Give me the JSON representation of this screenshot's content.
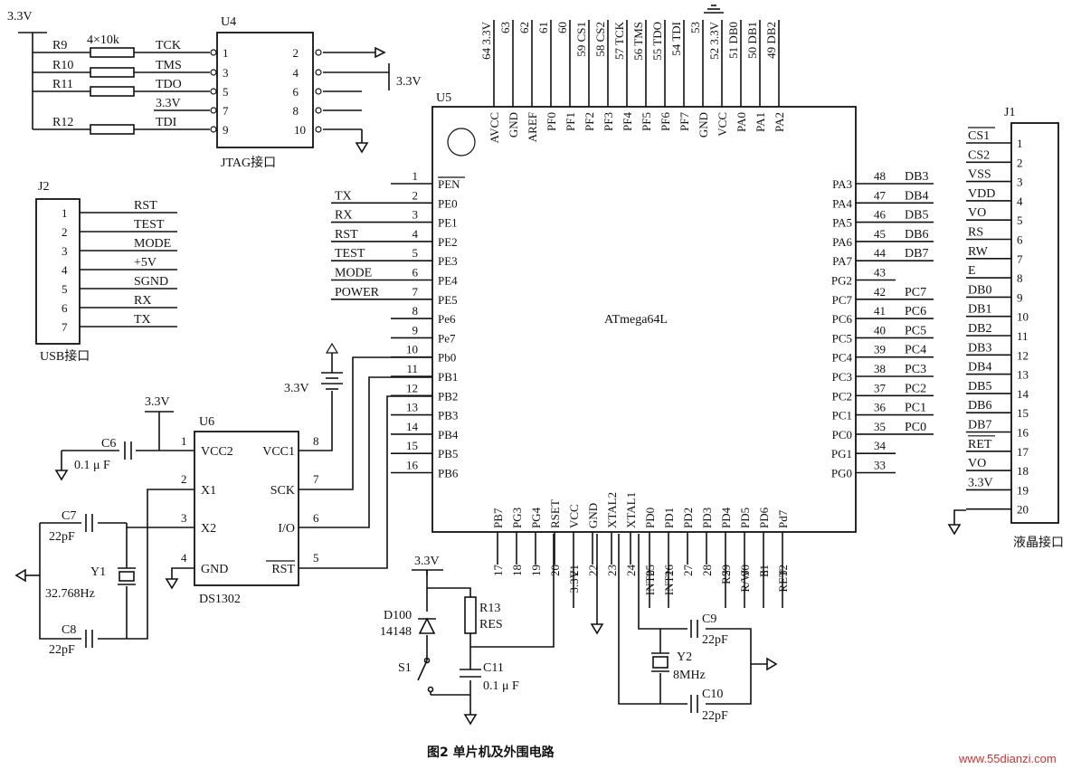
{
  "caption": "图2 单片机及外围电路",
  "watermark": "www.55dianzi.com",
  "jtag": {
    "ref": "U4",
    "title": "JTAG接口",
    "supply": "3.3V",
    "res_value": "4×10k",
    "resistors": [
      "R9",
      "R10",
      "R11",
      "R12"
    ],
    "signals": [
      "TCK",
      "TMS",
      "TDO",
      "3.3V",
      "TDI"
    ],
    "left_pins": [
      "1",
      "3",
      "5",
      "7",
      "9"
    ],
    "right_pins": [
      "2",
      "4",
      "6",
      "8",
      "10"
    ],
    "pin4_supply": "3.3V"
  },
  "usb": {
    "ref": "J2",
    "title": "USB接口",
    "pins": [
      "1",
      "2",
      "3",
      "4",
      "5",
      "6",
      "7"
    ],
    "signals": [
      "RST",
      "TEST",
      "MODE",
      "+5V",
      "SGND",
      "RX",
      "TX"
    ]
  },
  "mcu": {
    "ref": "U5",
    "name": "ATmega64L",
    "top_pins": [
      {
        "num": "64",
        "net": "3.3V",
        "pin": "AVCC"
      },
      {
        "num": "63",
        "net": "",
        "pin": "GND"
      },
      {
        "num": "62",
        "net": "",
        "pin": "AREF"
      },
      {
        "num": "61",
        "net": "",
        "pin": "PF0"
      },
      {
        "num": "60",
        "net": "",
        "pin": "PF1"
      },
      {
        "num": "59",
        "net": "CS1",
        "pin": "PF2"
      },
      {
        "num": "58",
        "net": "CS2",
        "pin": "PF3"
      },
      {
        "num": "57",
        "net": "TCK",
        "pin": "PF4"
      },
      {
        "num": "56",
        "net": "TMS",
        "pin": "PF5"
      },
      {
        "num": "55",
        "net": "TDO",
        "pin": "PF6"
      },
      {
        "num": "54",
        "net": "TDI",
        "pin": "PF7"
      },
      {
        "num": "53",
        "net": "",
        "pin": "GND"
      },
      {
        "num": "52",
        "net": "3.3V",
        "pin": "VCC"
      },
      {
        "num": "51",
        "net": "DB0",
        "pin": "PA0"
      },
      {
        "num": "50",
        "net": "DB1",
        "pin": "PA1"
      },
      {
        "num": "49",
        "net": "DB2",
        "pin": "PA2"
      }
    ],
    "left_pins": [
      {
        "num": "1",
        "net": "",
        "pin": "PEN"
      },
      {
        "num": "2",
        "net": "TX",
        "pin": "PE0"
      },
      {
        "num": "3",
        "net": "RX",
        "pin": "PE1"
      },
      {
        "num": "4",
        "net": "RST",
        "pin": "PE2"
      },
      {
        "num": "5",
        "net": "TEST",
        "pin": "PE3"
      },
      {
        "num": "6",
        "net": "MODE",
        "pin": "PE4"
      },
      {
        "num": "7",
        "net": "POWER",
        "pin": "PE5"
      },
      {
        "num": "8",
        "net": "",
        "pin": "Pe6"
      },
      {
        "num": "9",
        "net": "",
        "pin": "Pe7"
      },
      {
        "num": "10",
        "net": "",
        "pin": "Pb0"
      },
      {
        "num": "11",
        "net": "",
        "pin": "PB1"
      },
      {
        "num": "12",
        "net": "",
        "pin": "PB2"
      },
      {
        "num": "13",
        "net": "",
        "pin": "PB3"
      },
      {
        "num": "14",
        "net": "",
        "pin": "PB4"
      },
      {
        "num": "15",
        "net": "",
        "pin": "PB5"
      },
      {
        "num": "16",
        "net": "",
        "pin": "PB6"
      }
    ],
    "right_pins": [
      {
        "num": "48",
        "net": "DB3",
        "pin": "PA3"
      },
      {
        "num": "47",
        "net": "DB4",
        "pin": "PA4"
      },
      {
        "num": "46",
        "net": "DB5",
        "pin": "PA5"
      },
      {
        "num": "45",
        "net": "DB6",
        "pin": "PA6"
      },
      {
        "num": "44",
        "net": "DB7",
        "pin": "PA7"
      },
      {
        "num": "43",
        "net": "",
        "pin": "PG2"
      },
      {
        "num": "42",
        "net": "PC7",
        "pin": "PC7"
      },
      {
        "num": "41",
        "net": "PC6",
        "pin": "PC6"
      },
      {
        "num": "40",
        "net": "PC5",
        "pin": "PC5"
      },
      {
        "num": "39",
        "net": "PC4",
        "pin": "PC4"
      },
      {
        "num": "38",
        "net": "PC3",
        "pin": "PC3"
      },
      {
        "num": "37",
        "net": "PC2",
        "pin": "PC2"
      },
      {
        "num": "36",
        "net": "PC1",
        "pin": "PC1"
      },
      {
        "num": "35",
        "net": "PC0",
        "pin": "PC0"
      },
      {
        "num": "34",
        "net": "",
        "pin": "PG1"
      },
      {
        "num": "33",
        "net": "",
        "pin": "PG0"
      }
    ],
    "bottom_pins": [
      {
        "num": "17",
        "net": "",
        "pin": "PB7"
      },
      {
        "num": "18",
        "net": "",
        "pin": "PG3"
      },
      {
        "num": "19",
        "net": "",
        "pin": "PG4"
      },
      {
        "num": "20",
        "net": "",
        "pin": "RSET"
      },
      {
        "num": "21",
        "net": "3.3V",
        "pin": "VCC"
      },
      {
        "num": "22",
        "net": "",
        "pin": "GND"
      },
      {
        "num": "23",
        "net": "",
        "pin": "XTAL2"
      },
      {
        "num": "24",
        "net": "",
        "pin": "XTAL1"
      },
      {
        "num": "25",
        "net": "INT0",
        "pin": "PD0"
      },
      {
        "num": "26",
        "net": "INT1",
        "pin": "PD1"
      },
      {
        "num": "27",
        "net": "",
        "pin": "PD2"
      },
      {
        "num": "28",
        "net": "",
        "pin": "PD3"
      },
      {
        "num": "29",
        "net": "RS",
        "pin": "PD4"
      },
      {
        "num": "30",
        "net": "R/W",
        "pin": "PD5"
      },
      {
        "num": "31",
        "net": "E",
        "pin": "PD6"
      },
      {
        "num": "32",
        "net": "RET",
        "pin": "Pd7"
      }
    ]
  },
  "lcd": {
    "ref": "J1",
    "title": "液晶接口",
    "pins": [
      "1",
      "2",
      "3",
      "4",
      "5",
      "6",
      "7",
      "8",
      "9",
      "10",
      "11",
      "12",
      "13",
      "14",
      "15",
      "16",
      "17",
      "18",
      "19",
      "20"
    ],
    "signals": [
      "CS1",
      "CS2",
      "VSS",
      "VDD",
      "VO",
      "RS",
      "RW",
      "E",
      "DB0",
      "DB1",
      "DB2",
      "DB3",
      "DB4",
      "DB5",
      "DB6",
      "DB7",
      "RET",
      "VO",
      "3.3V",
      ""
    ]
  },
  "rtc": {
    "ref": "U6",
    "name": "DS1302",
    "supply": "3.3V",
    "left_pins": [
      {
        "num": "1",
        "pin": "VCC2"
      },
      {
        "num": "2",
        "pin": "X1"
      },
      {
        "num": "3",
        "pin": "X2"
      },
      {
        "num": "4",
        "pin": "GND"
      }
    ],
    "right_pins": [
      {
        "num": "8",
        "pin": "VCC1"
      },
      {
        "num": "7",
        "pin": "SCK"
      },
      {
        "num": "6",
        "pin": "I/O"
      },
      {
        "num": "5",
        "pin": "RST"
      }
    ],
    "battery": "3.3V",
    "c6": "C6",
    "c6_val": "0.1 μ F",
    "c7": "C7",
    "c7_val": "22pF",
    "c8": "C8",
    "c8_val": "22pF",
    "y1": "Y1",
    "y1_val": "32.768Hz"
  },
  "reset": {
    "supply": "3.3V",
    "d100": "D100",
    "d100_val": "14148",
    "r13": "R13",
    "r13_val": "RES",
    "c11": "C11",
    "c11_val": "0.1 μ F",
    "s1": "S1"
  },
  "xtal": {
    "c9": "C9",
    "c9_val": "22pF",
    "c10": "C10",
    "c10_val": "22pF",
    "y2": "Y2",
    "y2_val": "8MHz"
  }
}
